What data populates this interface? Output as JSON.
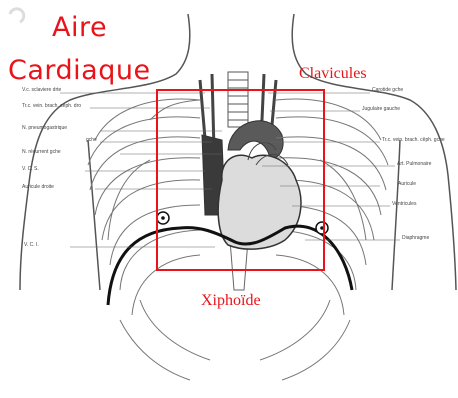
{
  "title": {
    "line1": "Aire",
    "line2": "Cardiaque"
  },
  "labels": {
    "clavicules": "Clavicules",
    "xiphoide": "Xiphoïde"
  },
  "left_labels": [
    "V.c. sclaviere drte",
    "Tr.c. vein. brach. cêph. dro",
    "N. pneumogastrique",
    "gche",
    "N. récurrent gche",
    "V. C. S.",
    "Auricule droite",
    "V. C. I."
  ],
  "right_labels": [
    "Carotide gche",
    "Jugulaire gauche",
    "Tr.c. vein. brach. cêph. gche",
    "Art. Pulmonaire",
    "Auricule",
    "Ventricules",
    "Diaphragme"
  ],
  "colors": {
    "red": "#e8141a",
    "ink": "#555555",
    "paper": "#ffffff",
    "watermark": "#dddddd"
  }
}
